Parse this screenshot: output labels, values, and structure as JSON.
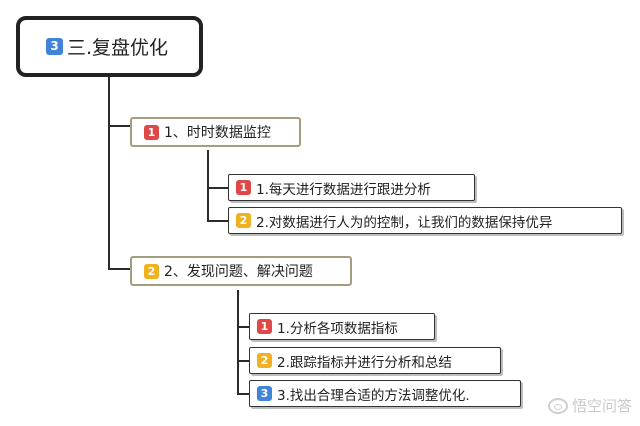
{
  "root": {
    "badge": "3",
    "label": "三.复盘优化"
  },
  "branches": [
    {
      "badge": "1",
      "label": "1、时时数据监控",
      "children": [
        {
          "badge": "1",
          "label": "1.每天进行数据进行跟进分析"
        },
        {
          "badge": "2",
          "label": "2.对数据进行人为的控制，让我们的数据保持优异"
        }
      ]
    },
    {
      "badge": "2",
      "label": "2、发现问题、解决问题",
      "children": [
        {
          "badge": "1",
          "label": "1.分析各项数据指标"
        },
        {
          "badge": "2",
          "label": "2.跟踪指标并进行分析和总结"
        },
        {
          "badge": "3",
          "label": "3.找出合理合适的方法调整优化."
        }
      ]
    }
  ],
  "watermark": {
    "text": "悟空问答",
    "icon": "wukong-logo-icon"
  },
  "colors": {
    "red": "#e04848",
    "orange": "#f0b020",
    "blue": "#3f84d8",
    "branch_border": "#a49d7e"
  }
}
